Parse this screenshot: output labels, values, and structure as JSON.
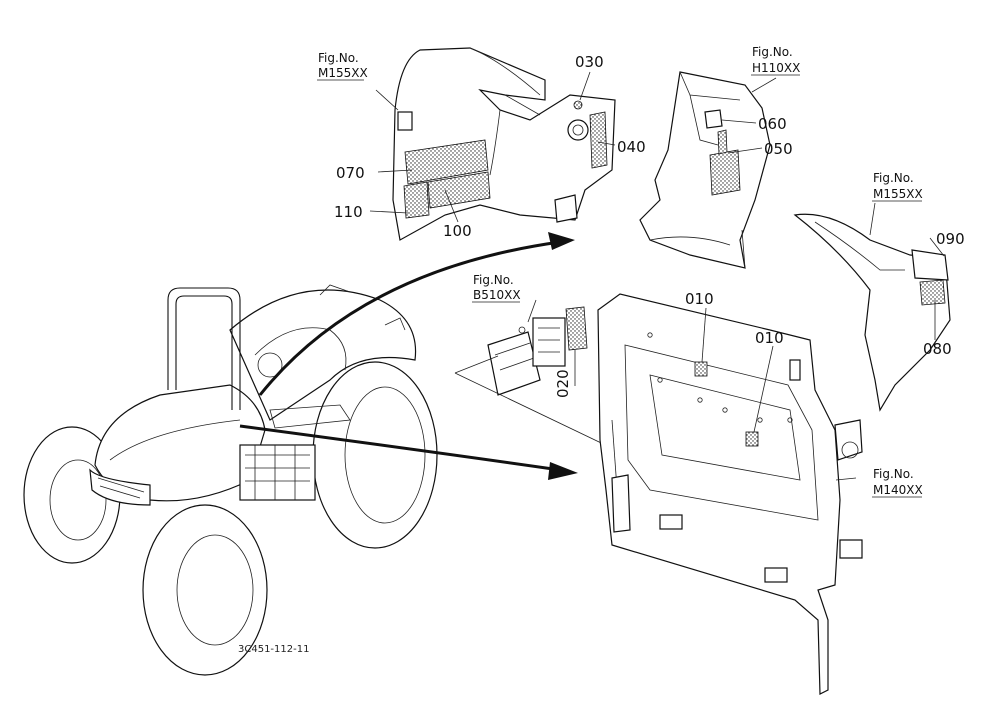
{
  "figure_refs": {
    "m155_top": {
      "line1": "Fig.No.",
      "line2": "M155XX"
    },
    "h110": {
      "line1": "Fig.No.",
      "line2": "H110XX"
    },
    "m155_right": {
      "line1": "Fig.No.",
      "line2": "M155XX"
    },
    "b510": {
      "line1": "Fig.No.",
      "line2": "B510XX"
    },
    "m140": {
      "line1": "Fig.No.",
      "line2": "M140XX"
    }
  },
  "part_numbers": {
    "p010a": "010",
    "p010b": "010",
    "p020": "020",
    "p030": "030",
    "p040": "040",
    "p050": "050",
    "p060": "060",
    "p070": "070",
    "p080": "080",
    "p090": "090",
    "p100": "100",
    "p110": "110"
  },
  "drawing_number": "3C451-112-11"
}
